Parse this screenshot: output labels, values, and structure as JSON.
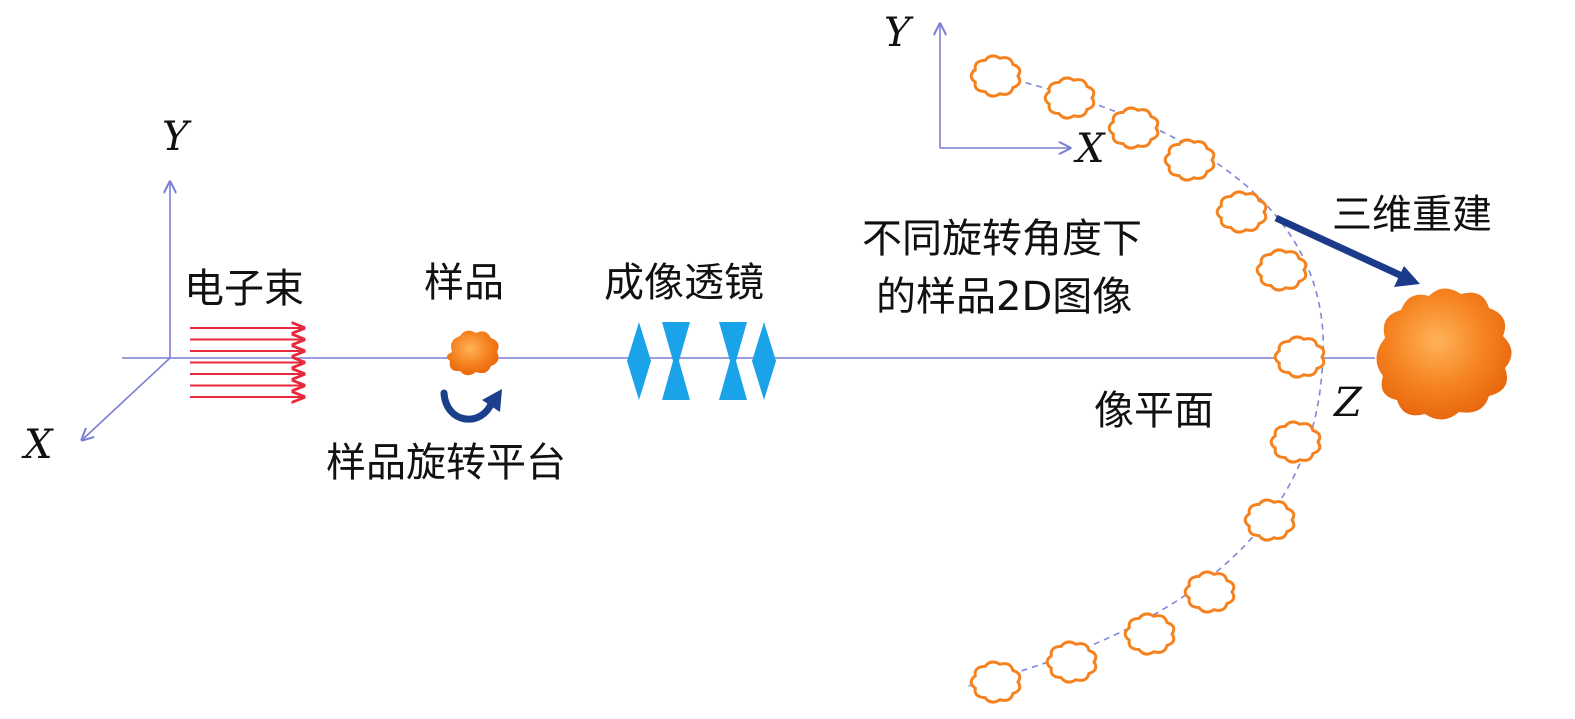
{
  "diagram": {
    "labels": {
      "left_y": "Y",
      "left_x": "X",
      "electron_beam": "电子束",
      "sample": "样品",
      "rotation_stage": "样品旋转平台",
      "imaging_lens": "成像透镜",
      "projections_line1": "不同旋转角度下",
      "projections_line2": "的样品2D图像",
      "image_plane": "像平面",
      "reconstruction": "三维重建",
      "z_axis": "Z",
      "right_y": "Y",
      "right_x": "X"
    },
    "colors": {
      "axis": "#7b7fd4",
      "beam": "#e8283c",
      "sample": "#f5821f",
      "lens": "#1aa3e8",
      "rotation_arrow": "#1c3f8c",
      "reconstruct_arrow": "#1c3a8a",
      "arc": "#7f86d6"
    }
  }
}
